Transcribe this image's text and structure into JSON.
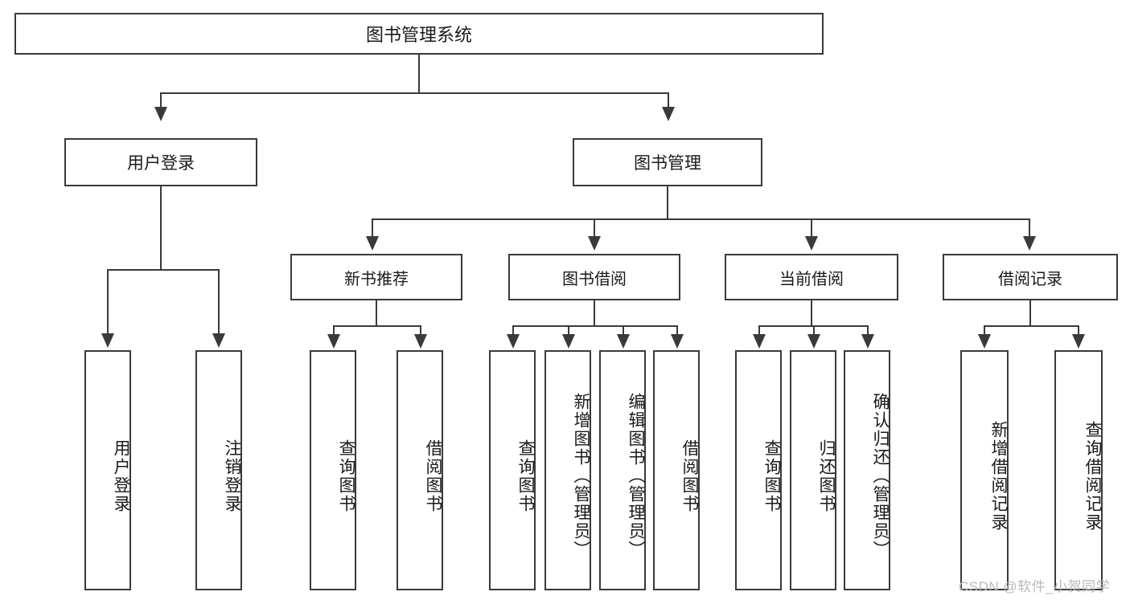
{
  "diagram": {
    "title": "图书管理系统",
    "type": "hierarchy-tree",
    "watermark": "CSDN @软件_小贺同学",
    "colors": {
      "stroke": "#3a3a3a",
      "fill": "#ffffff",
      "text": "#1a1a1a",
      "watermark": "#b9b9b9"
    },
    "root": {
      "label": "图书管理系统"
    },
    "level1": [
      {
        "label": "用户登录"
      },
      {
        "label": "图书管理"
      }
    ],
    "level2": [
      {
        "label": "新书推荐"
      },
      {
        "label": "图书借阅"
      },
      {
        "label": "当前借阅"
      },
      {
        "label": "借阅记录"
      }
    ],
    "leaves": {
      "user_login": [
        {
          "label": "用户登录"
        },
        {
          "label": "注销登录"
        }
      ],
      "new_book_recommend": [
        {
          "label": "查询图书"
        },
        {
          "label": "借阅图书"
        }
      ],
      "book_borrow": [
        {
          "label": "查询图书"
        },
        {
          "label": "新增图书（管理员）"
        },
        {
          "label": "编辑图书（管理员）"
        },
        {
          "label": "借阅图书"
        }
      ],
      "current_borrow": [
        {
          "label": "查询图书"
        },
        {
          "label": "归还图书"
        },
        {
          "label": "确认归还（管理员）"
        }
      ],
      "borrow_record": [
        {
          "label": "新增借阅记录"
        },
        {
          "label": "查询借阅记录"
        }
      ]
    }
  }
}
